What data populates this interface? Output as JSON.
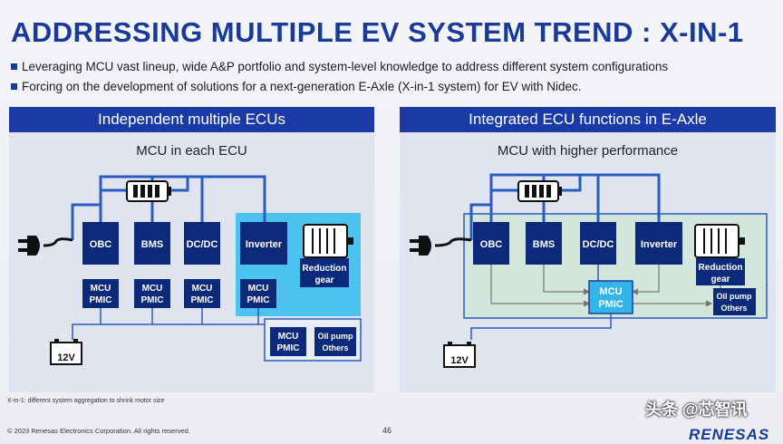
{
  "title": "ADDRESSING MULTIPLE EV SYSTEM TREND : X-IN-1",
  "bullets": [
    "Leveraging MCU vast lineup, wide A&P portfolio and system-level knowledge to address different system configurations",
    "Forcing on the development of solutions for a next-generation E-Axle (X-in-1 system) for EV with Nidec."
  ],
  "left_panel": {
    "header": "Independent multiple ECUs",
    "subtitle": "MCU in each ECU",
    "blocks": {
      "obc": "OBC",
      "bms": "BMS",
      "dcdc": "DC/DC",
      "inverter": "Inverter",
      "reduction_l1": "Reduction",
      "reduction_l2": "gear"
    },
    "mcu_l1": "MCU",
    "mcu_l2": "PMIC",
    "oil_l1": "Oil pump",
    "oil_l2": "Others",
    "battery_label": "12V"
  },
  "right_panel": {
    "header": "Integrated ECU functions in E-Axle",
    "subtitle": "MCU with higher performance",
    "blocks": {
      "obc": "OBC",
      "bms": "BMS",
      "dcdc": "DC/DC",
      "inverter": "Inverter",
      "reduction_l1": "Reduction",
      "reduction_l2": "gear"
    },
    "mcu_l1": "MCU",
    "mcu_l2": "PMIC",
    "oil_l1": "Oil pump",
    "oil_l2": "Others",
    "battery_label": "12V"
  },
  "footnote": "X-in-1: different system aggregation to shrink motor size",
  "copyright": "© 2023 Renesas Electronics Corporation. All rights reserved.",
  "page_number": "46",
  "watermark": "头条 @芯智讯",
  "logo": "RENESAS",
  "colors": {
    "brand_blue": "#1a3aa6",
    "block_navy": "#0d2a7a",
    "mcu_cyan": "#33b5e8",
    "line_blue": "#2a5cc0"
  }
}
